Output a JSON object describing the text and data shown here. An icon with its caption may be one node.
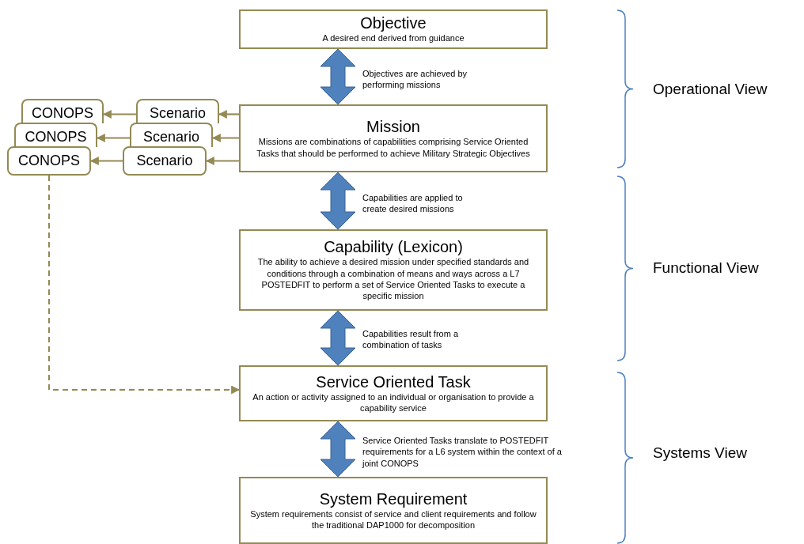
{
  "diagram": {
    "nodes": [
      {
        "text": [
          "Objective",
          "A desired end derived from guidance"
        ]
      },
      {
        "text": [
          "Mission",
          "Missions are combinations of capabilities comprising Service Oriented Tasks that should be performed to achieve Military Strategic Objectives"
        ]
      },
      {
        "text": [
          "Capability (Lexicon)",
          "The ability to achieve a desired mission under specified standards and conditions through a combination of means and ways across a L7 POSTEDFIT to perform a set of Service Oriented Tasks to execute a specific mission"
        ]
      },
      {
        "text": [
          "Service Oriented Task",
          "An action or activity assigned to an individual or organisation to provide a capability service"
        ]
      },
      {
        "text": [
          "System Requirement",
          "System requirements consist of service and client requirements and follow the traditional DAP1000 for decomposition"
        ]
      },
      {
        "text": [
          "CONOPS"
        ]
      },
      {
        "text": [
          "Scenario"
        ]
      },
      {
        "text": [
          "CONOPS"
        ]
      },
      {
        "text": [
          "Scenario"
        ]
      },
      {
        "text": [
          "CONOPS"
        ]
      },
      {
        "text": [
          "Scenario"
        ]
      }
    ],
    "edges": [
      {
        "from": 0,
        "to": 1,
        "arrow": "both",
        "label": "Objectives are achieved by performing missions",
        "style": "thick",
        "color": "#4f81bd"
      },
      {
        "from": 1,
        "to": 2,
        "arrow": "both",
        "label": "Capabilities are applied to create desired missions",
        "style": "thick",
        "color": "#4f81bd"
      },
      {
        "from": 2,
        "to": 3,
        "arrow": "both",
        "label": "Capabilities result from a combination of tasks",
        "style": "thick",
        "color": "#4f81bd"
      },
      {
        "from": 3,
        "to": 4,
        "arrow": "both",
        "label": "Service Oriented Tasks translate to POSTEDFIT requirements for a L6 system within the context of a joint CONOPS",
        "style": "thick",
        "color": "#4f81bd"
      },
      {
        "from": 1,
        "to": 6,
        "arrow": "to"
      },
      {
        "from": 1,
        "to": 8,
        "arrow": "to"
      },
      {
        "from": 1,
        "to": 10,
        "arrow": "to"
      },
      {
        "from": 6,
        "to": 5,
        "arrow": "to"
      },
      {
        "from": 8,
        "to": 7,
        "arrow": "to"
      },
      {
        "from": 10,
        "to": 9,
        "arrow": "to"
      },
      {
        "from": 9,
        "to": 3,
        "arrow": "to",
        "style": "dashed"
      }
    ],
    "labels": [
      "Operational View",
      "Functional View",
      "Systems View"
    ]
  }
}
